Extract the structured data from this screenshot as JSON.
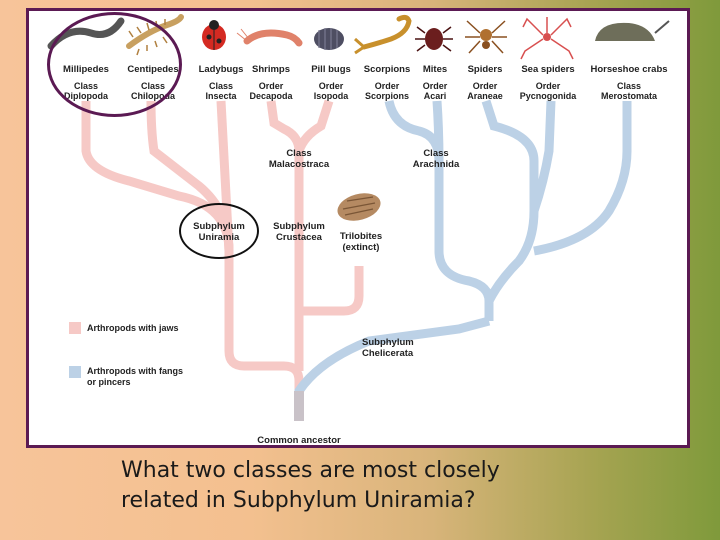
{
  "colors": {
    "jaws_branch": "#f6c9c6",
    "fangs_branch": "#bcd1e6",
    "frame_border": "#5b1a53",
    "circle_highlight": "#5b1a53"
  },
  "organisms": [
    {
      "name": "Millipedes",
      "taxon_rank": "Class",
      "taxon_name": "Diplopoda",
      "icon": "millipede-icon"
    },
    {
      "name": "Centipedes",
      "taxon_rank": "Class",
      "taxon_name": "Chilopoda",
      "icon": "centipede-icon"
    },
    {
      "name": "Ladybugs",
      "taxon_rank": "Class",
      "taxon_name": "Insecta",
      "icon": "ladybug-icon"
    },
    {
      "name": "Shrimps",
      "taxon_rank": "Order",
      "taxon_name": "Decapoda",
      "icon": "shrimp-icon"
    },
    {
      "name": "Pill bugs",
      "taxon_rank": "Order",
      "taxon_name": "Isopoda",
      "icon": "pillbug-icon"
    },
    {
      "name": "Scorpions",
      "taxon_rank": "Order",
      "taxon_name": "Scorpions",
      "icon": "scorpion-icon"
    },
    {
      "name": "Mites",
      "taxon_rank": "Order",
      "taxon_name": "Acari",
      "icon": "mite-icon"
    },
    {
      "name": "Spiders",
      "taxon_rank": "Order",
      "taxon_name": "Araneae",
      "icon": "spider-icon"
    },
    {
      "name": "Sea spiders",
      "taxon_rank": "Order",
      "taxon_name": "Pycnogonida",
      "icon": "sea-spider-icon"
    },
    {
      "name": "Horseshoe crabs",
      "taxon_rank": "Class",
      "taxon_name": "Merostomata",
      "icon": "horseshoe-crab-icon"
    }
  ],
  "labels": {
    "class_malacostraca": [
      "Class",
      "Malacostraca"
    ],
    "class_arachnida": [
      "Class",
      "Arachnida"
    ],
    "subphylum_uniramia": [
      "Subphylum",
      "Uniramia"
    ],
    "subphylum_crustacea": [
      "Subphylum",
      "Crustacea"
    ],
    "trilobites": [
      "Trilobites",
      "(extinct)"
    ],
    "subphylum_chelicerata": [
      "Subphylum",
      "Chelicerata"
    ],
    "common_ancestor": "Common ancestor"
  },
  "legend": {
    "jaws": "Arthropods with jaws",
    "fangs_line1": "Arthropods with fangs",
    "fangs_line2": "or pincers"
  },
  "question": {
    "line1": "What two classes are most closely",
    "line2": "related in Subphylum Uniramia?"
  }
}
